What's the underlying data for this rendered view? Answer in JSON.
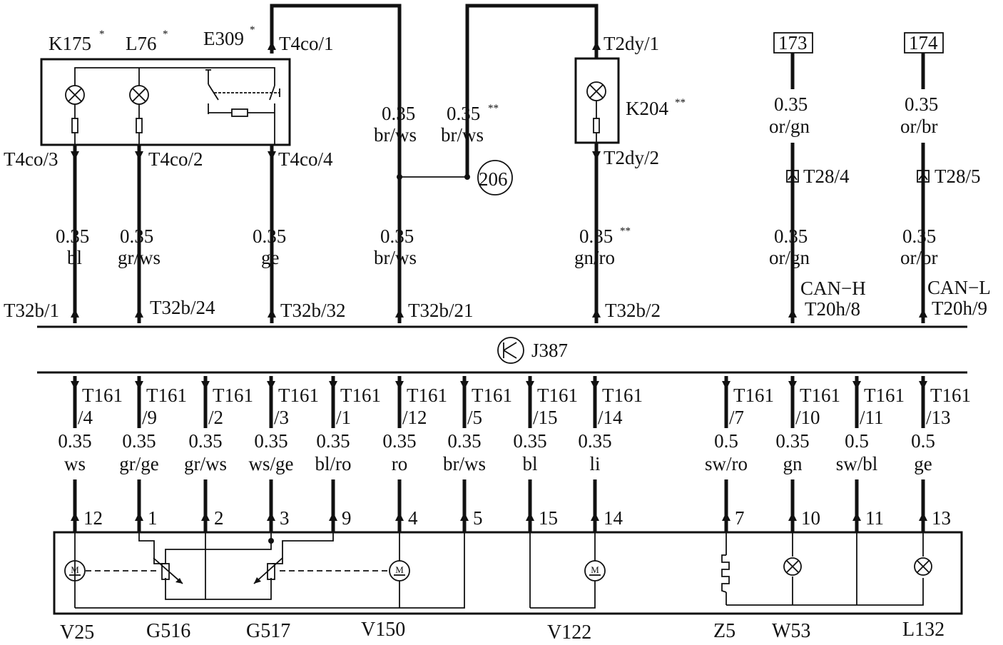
{
  "top_components": {
    "k175": "K175",
    "l76": "L76",
    "e309": "E309",
    "k204": "K204",
    "star": "*",
    "double_star": "**"
  },
  "top_connectors": {
    "t4co1": "T4co/1",
    "t4co3": "T4co/3",
    "t4co2": "T4co/2",
    "t4co4": "T4co/4",
    "t2dy1": "T2dy/1",
    "t2dy2": "T2dy/2",
    "t28_4": "T28/4",
    "t28_5": "T28/5"
  },
  "ref_boxes": {
    "ref173": "173",
    "ref174": "174",
    "ref206": "206"
  },
  "top_wires": {
    "w1": {
      "size": "0.35",
      "color": "br/ws"
    },
    "w2": {
      "size": "0.35",
      "color": "br/ws"
    },
    "w3": {
      "size": "0.35",
      "color": "or/gn"
    },
    "w4": {
      "size": "0.35",
      "color": "or/br"
    }
  },
  "mid_wires": [
    {
      "size": "0.35",
      "color": "bl",
      "pin": "T32b/1"
    },
    {
      "size": "0.35",
      "color": "gr/ws",
      "pin": "T32b/24"
    },
    {
      "size": "0.35",
      "color": "ge",
      "pin": "T32b/32"
    },
    {
      "size": "0.35",
      "color": "br/ws",
      "pin": "T32b/21"
    },
    {
      "size": "0.35",
      "color": "gn/ro",
      "pin": "T32b/2"
    },
    {
      "size": "0.35",
      "color": "or/gn",
      "pin": "T20h/8",
      "bus": "CAN−H"
    },
    {
      "size": "0.35",
      "color": "or/br",
      "pin": "T20h/9",
      "bus": "CAN−L"
    }
  ],
  "control_unit": "J387",
  "bottom_wires": [
    {
      "conn": "T161",
      "pin": "/4",
      "size": "0.35",
      "color": "ws",
      "num": "12"
    },
    {
      "conn": "T161",
      "pin": "/9",
      "size": "0.35",
      "color": "gr/ge",
      "num": "1"
    },
    {
      "conn": "T161",
      "pin": "/2",
      "size": "0.35",
      "color": "gr/ws",
      "num": "2"
    },
    {
      "conn": "T161",
      "pin": "/3",
      "size": "0.35",
      "color": "ws/ge",
      "num": "3"
    },
    {
      "conn": "T161",
      "pin": "/1",
      "size": "0.35",
      "color": "bl/ro",
      "num": "9"
    },
    {
      "conn": "T161",
      "pin": "/12",
      "size": "0.35",
      "color": "ro",
      "num": "4"
    },
    {
      "conn": "T161",
      "pin": "/5",
      "size": "0.35",
      "color": "br/ws",
      "num": "5"
    },
    {
      "conn": "T161",
      "pin": "/15",
      "size": "0.35",
      "color": "bl",
      "num": "15"
    },
    {
      "conn": "T161",
      "pin": "/14",
      "size": "0.35",
      "color": "li",
      "num": "14"
    },
    {
      "conn": "T161",
      "pin": "/7",
      "size": "0.5",
      "color": "sw/ro",
      "num": "7"
    },
    {
      "conn": "T161",
      "pin": "/10",
      "size": "0.35",
      "color": "gn",
      "num": "10"
    },
    {
      "conn": "T161",
      "pin": "/11",
      "size": "0.5",
      "color": "sw/bl",
      "num": "11"
    },
    {
      "conn": "T161",
      "pin": "/13",
      "size": "0.5",
      "color": "ge",
      "num": "13"
    }
  ],
  "bottom_components": [
    "V25",
    "G516",
    "G517",
    "V150",
    "V122",
    "Z5",
    "W53",
    "L132"
  ],
  "motor_letter": "M"
}
